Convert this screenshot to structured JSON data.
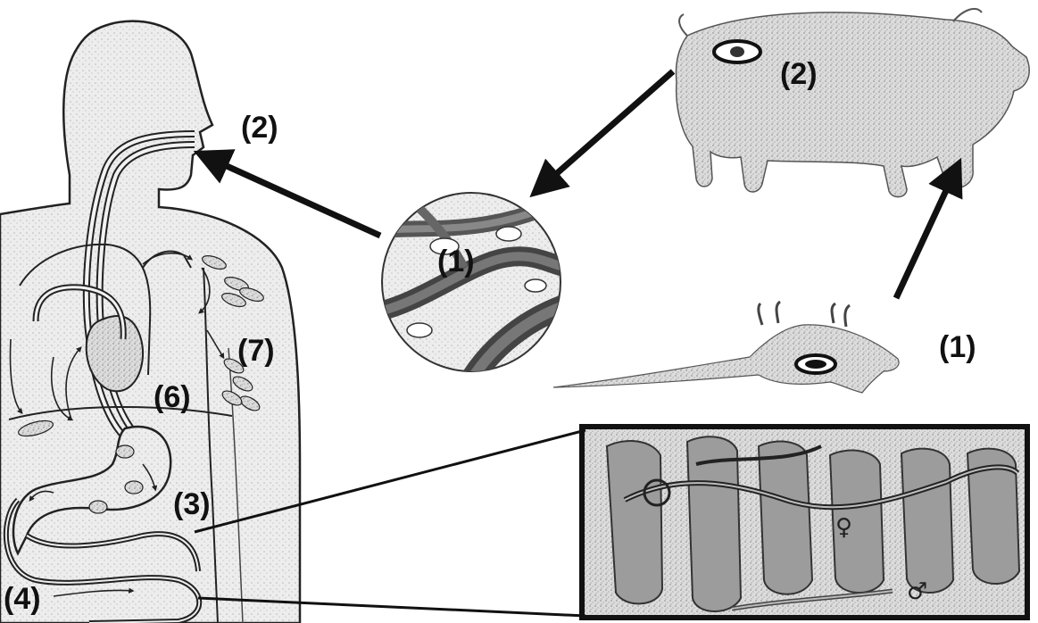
{
  "diagram": {
    "labels": {
      "pig": "(2)",
      "rat": "(1)",
      "cyst": "(1)",
      "human_mouth": "(2)",
      "small_intestine": "(3)",
      "lower_intestine": "(4)",
      "heart_circulation": "(6)",
      "muscle_tissue": "(7)"
    },
    "symbols": {
      "female": "♀",
      "male": "♂"
    },
    "colors": {
      "ink": "#111111",
      "shade": "#c9c9c9",
      "skin_fill": "#e4e4e4"
    },
    "icons": [
      "pig-icon",
      "rat-icon",
      "muscle-cyst-icon",
      "human-body-icon",
      "intestinal-villi-icon"
    ]
  }
}
